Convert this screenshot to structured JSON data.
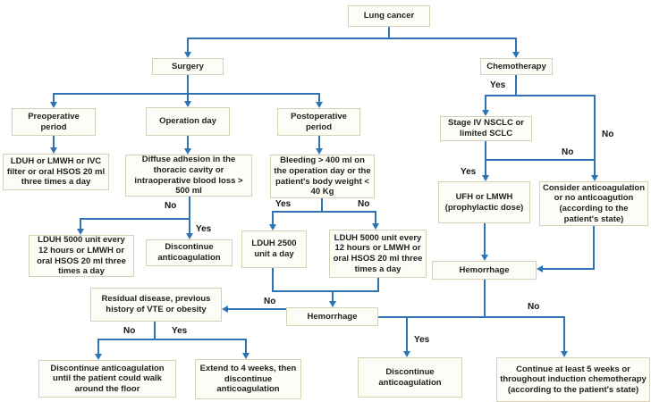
{
  "colors": {
    "connector_blue": "#2e74b5",
    "box_border": "#d5d0b6",
    "box_background": "#fdfdf8",
    "text": "#1f1f1f"
  },
  "nodes": {
    "lung_cancer": "Lung cancer",
    "surgery": "Surgery",
    "chemotherapy": "Chemotherapy",
    "preop_period": "Preoperative period",
    "operation_day": "Operation day",
    "postop_period": "Postoperative period",
    "preop_tx": "LDUH or LMWH or IVC filter or oral HSOS 20 ml three times a day",
    "diffuse_adhesion": "Diffuse adhesion in the thoracic cavity or intraoperative blood loss > 500 ml",
    "bleeding": "Bleeding > 400 ml on the operation day or the patient's body weight < 40 Kg",
    "stage_iv": "Stage IV NSCLC or limited SCLC",
    "lduh5000_left": "LDUH 5000 unit every 12 hours or LMWH or oral HSOS 20 ml three times a day",
    "discontinue_mid": "Discontinue anticoagulation",
    "lduh2500": "LDUH 2500 unit a day",
    "lduh5000_right": "LDUH 5000 unit every 12 hours or LMWH or oral HSOS 20 ml three times a day",
    "ufh": "UFH or LMWH (prophylactic dose)",
    "consider": "Consider anticoagulation or no anticoagution (according to the patient's state)",
    "hemorrhage_right": "Hemorrhage",
    "residual": "Residual disease, previous history of VTE or obesity",
    "hemorrhage_mid": "Hemorrhage",
    "discontinue_walk": "Discontinue anticoagulation until the patient could walk around the floor",
    "extend_4weeks": "Extend to 4 weeks, then discontinue anticoagulation",
    "discontinue_bottom": "Discontinue anticoagulation",
    "continue_5weeks": "Continue at least 5 weeks or throughout induction chemotherapy (according to the patient's state)"
  },
  "edge_labels": {
    "chemo_yes": "Yes",
    "chemo_no": "No",
    "stage_yes": "Yes",
    "stage_no": "No",
    "diffuse_no": "No",
    "diffuse_yes": "Yes",
    "bleeding_yes": "Yes",
    "bleeding_no": "No",
    "hem_mid_no": "No",
    "residual_no": "No",
    "residual_yes": "Yes",
    "hem_yes": "Yes",
    "hem_no": "No"
  }
}
